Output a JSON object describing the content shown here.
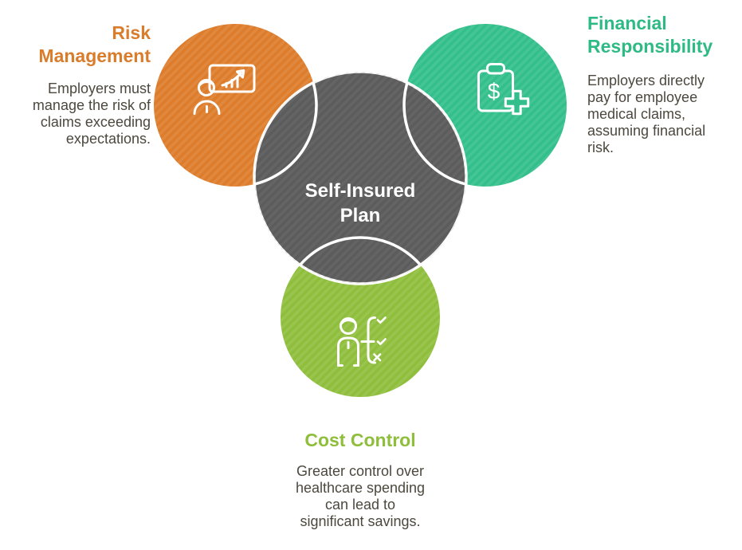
{
  "title": "Self-Insured Plan infographic",
  "colors": {
    "circle_orange": "#DD7C2B",
    "circle_teal": "#33BF8B",
    "circle_green": "#8FBE3C",
    "circle_gray": "#646464",
    "heading_orange": "#D97C2B",
    "heading_teal": "#2EBA84",
    "heading_green": "#8FBE3C",
    "body_text": "#4C483E",
    "center_text": "#FFFFFF"
  },
  "center": {
    "label": "Self-Insured\nPlan"
  },
  "sections": {
    "risk": {
      "heading": "Risk\nManagement",
      "body": "Employers must\nmanage the risk of\nclaims exceeding\nexpectations.",
      "icon": "presentation-chart-icon"
    },
    "financial": {
      "heading": "Financial\nResponsibility",
      "body": "Employers directly\npay for employee\nmedical claims,\nassuming financial\nrisk.",
      "icon": "clipboard-dollar-cross-icon",
      "dollar_glyph": "$"
    },
    "cost": {
      "heading": "Cost Control",
      "body": "Greater control over\nhealthcare spending\ncan lead to\nsignificant savings.",
      "icon": "person-checklist-icon"
    }
  }
}
